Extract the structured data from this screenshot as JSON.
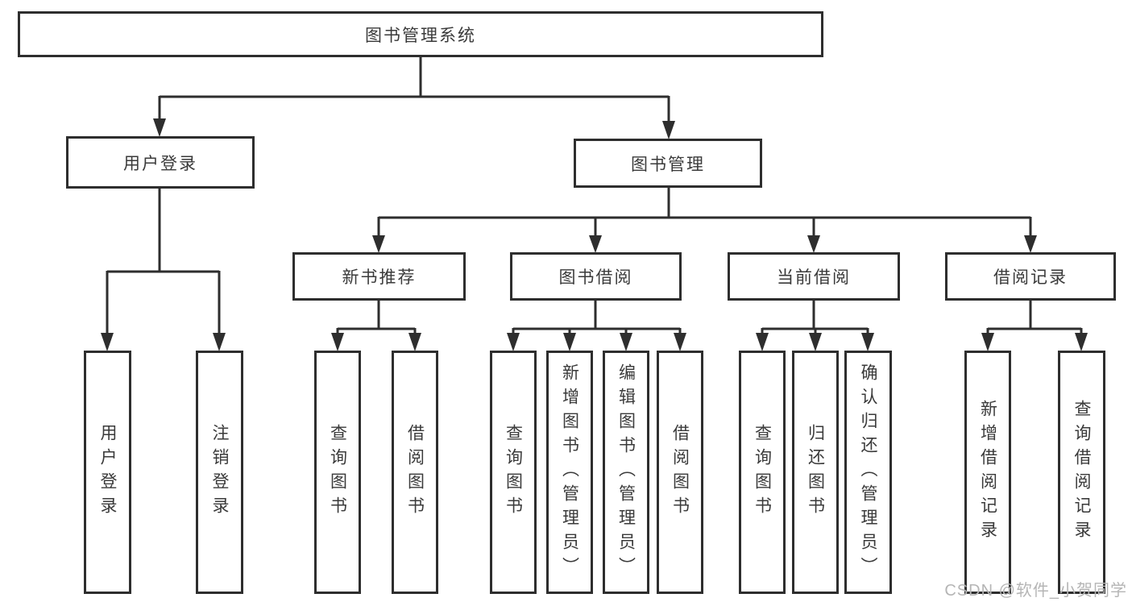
{
  "diagram": {
    "type": "tree",
    "nodes": {
      "root": "图书管理系统",
      "user_login": "用户登录",
      "book_management": "图书管理",
      "new_book_recommend": "新书推荐",
      "book_borrowing": "图书借阅",
      "current_borrowing": "当前借阅",
      "borrowing_records": "借阅记录",
      "leaves": {
        "login": [
          "用户登录",
          "注销登录"
        ],
        "recommend": [
          "查询图书",
          "借阅图书"
        ],
        "borrowing": [
          "查询图书",
          "新增图书（管理员）",
          "编辑图书（管理员）",
          "借阅图书"
        ],
        "current": [
          "查询图书",
          "归还图书",
          "确认归还（管理员）"
        ],
        "records": [
          "新增借阅记录",
          "查询借阅记录"
        ]
      }
    },
    "edges": [
      "图书管理系统 -> 用户登录",
      "图书管理系统 -> 图书管理",
      "用户登录 -> 用户登录(叶)",
      "用户登录 -> 注销登录",
      "图书管理 -> 新书推荐",
      "图书管理 -> 图书借阅",
      "图书管理 -> 当前借阅",
      "图书管理 -> 借阅记录",
      "新书推荐 -> 查询图书",
      "新书推荐 -> 借阅图书",
      "图书借阅 -> 查询图书",
      "图书借阅 -> 新增图书（管理员）",
      "图书借阅 -> 编辑图书（管理员）",
      "图书借阅 -> 借阅图书",
      "当前借阅 -> 查询图书",
      "当前借阅 -> 归还图书",
      "当前借阅 -> 确认归还（管理员）",
      "借阅记录 -> 新增借阅记录",
      "借阅记录 -> 查询借阅记录"
    ],
    "colors": {
      "line": "#2e2e2e",
      "text": "#3a3a3a",
      "watermark": "#b5b5b5",
      "background": "#ffffff"
    }
  },
  "watermark": "CSDN @软件_小贺同学"
}
